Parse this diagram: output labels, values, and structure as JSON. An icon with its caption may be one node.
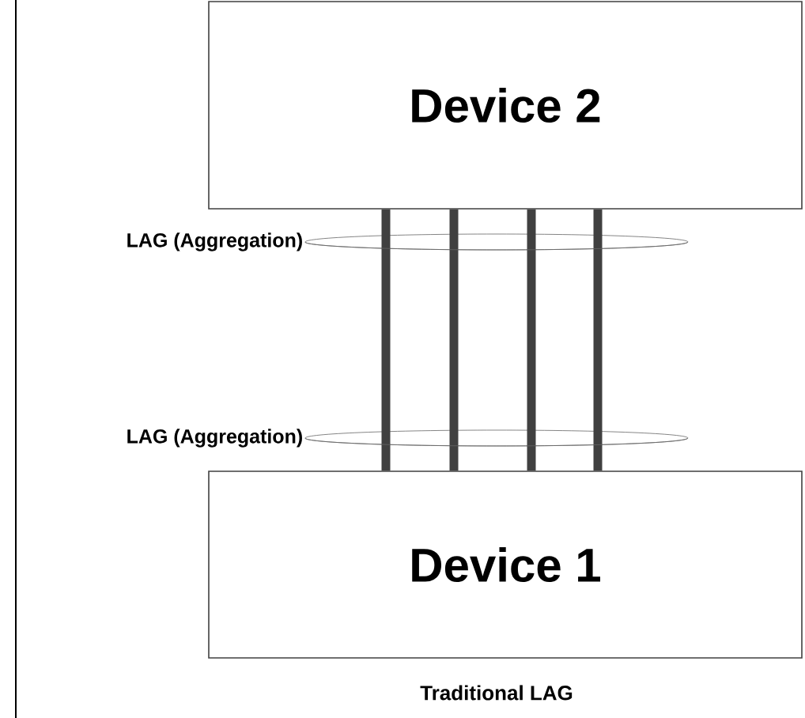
{
  "diagram": {
    "caption": "Traditional LAG",
    "nodes": [
      {
        "text": [
          "Device 2"
        ]
      },
      {
        "text": [
          "LAG (Aggregation)"
        ]
      },
      {
        "text": [
          "LAG (Aggregation)"
        ]
      },
      {
        "text": [
          "Device 1"
        ]
      }
    ],
    "edges": [
      {
        "from": 3,
        "to": 0,
        "arrow": "none"
      },
      {
        "from": 3,
        "to": 0,
        "arrow": "none"
      },
      {
        "from": 3,
        "to": 0,
        "arrow": "none"
      },
      {
        "from": 3,
        "to": 0,
        "arrow": "none"
      }
    ]
  }
}
